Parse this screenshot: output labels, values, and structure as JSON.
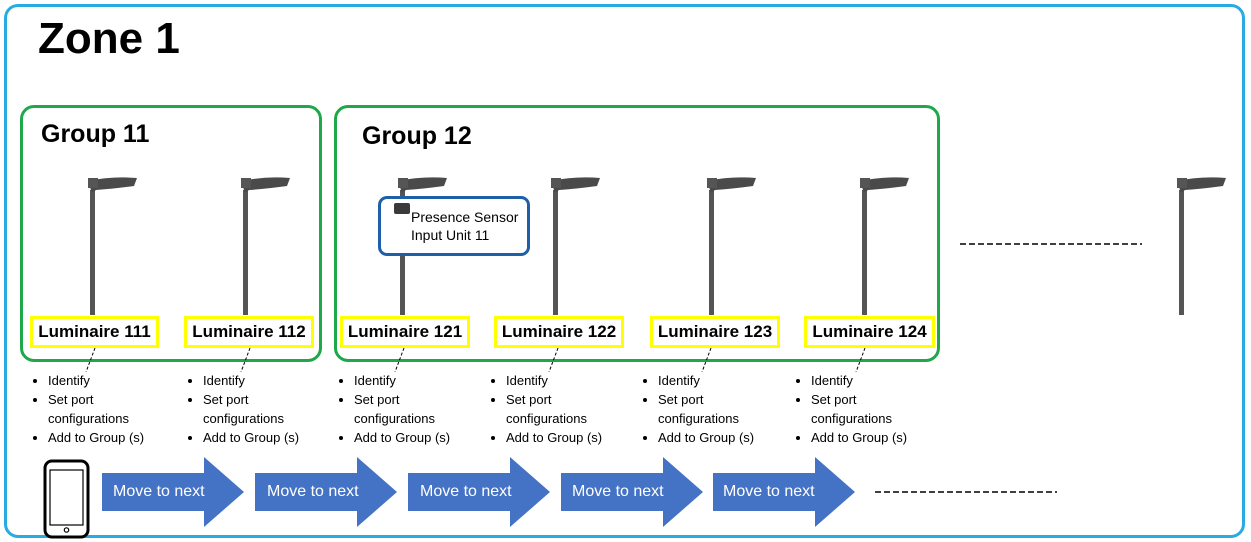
{
  "zone": {
    "title": "Zone 1"
  },
  "groups": [
    {
      "title": "Group 11"
    },
    {
      "title": "Group 12"
    }
  ],
  "luminaires": [
    {
      "label": "Luminaire 111"
    },
    {
      "label": "Luminaire 112"
    },
    {
      "label": "Luminaire 121"
    },
    {
      "label": "Luminaire 122"
    },
    {
      "label": "Luminaire 123"
    },
    {
      "label": "Luminaire 124"
    }
  ],
  "tasks": [
    "Identify",
    "Set port configurations",
    "Add to Group (s)"
  ],
  "sensor": {
    "line1": "Presence Sensor",
    "line2": "Input Unit 11"
  },
  "flow": {
    "step_label": "Move to next",
    "count": 5
  },
  "colors": {
    "zone_border": "#29abe2",
    "group_border": "#1fa84a",
    "label_border": "#ffff00",
    "sensor_border": "#1f5fa8",
    "arrow_fill": "#4472c4"
  },
  "icons": [
    "luminaire-pole-icon",
    "presence-sensor-icon",
    "smartphone-icon",
    "arrow-right-icon"
  ]
}
